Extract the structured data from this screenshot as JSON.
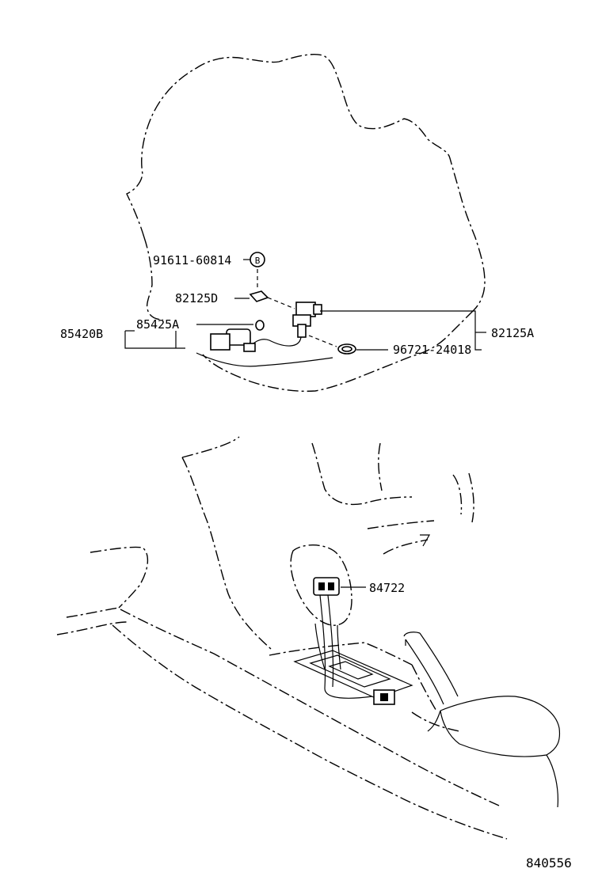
{
  "labels": {
    "p91611": "91611-60814",
    "p82125d": "82125D",
    "p85425a": "85425A",
    "p85420b": "85420B",
    "p82125a": "82125A",
    "p96721": "96721-24018",
    "p84722": "84722",
    "bolt_letter": "B"
  },
  "catalog_number": "840556"
}
